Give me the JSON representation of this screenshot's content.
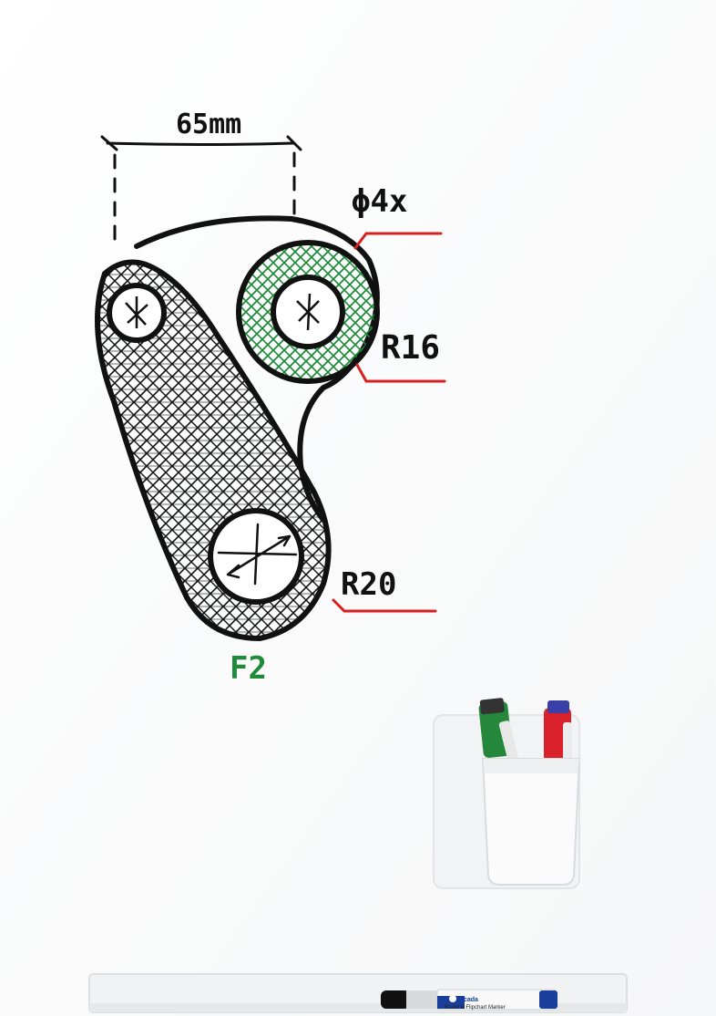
{
  "sketch": {
    "dimension_label": "65mm",
    "hole_label": "ϕ4x",
    "radius_small_label": "R16",
    "radius_large_label": "R20",
    "part_label": "F2"
  },
  "marker": {
    "brand": "rocada",
    "product": "Board & Flipchart Marker"
  },
  "colors": {
    "board": "#ffffff",
    "ink_black": "#111111",
    "ink_green": "#1e8a3a",
    "ink_red": "#d81f1f",
    "marker_blue": "#1a3f9a"
  }
}
